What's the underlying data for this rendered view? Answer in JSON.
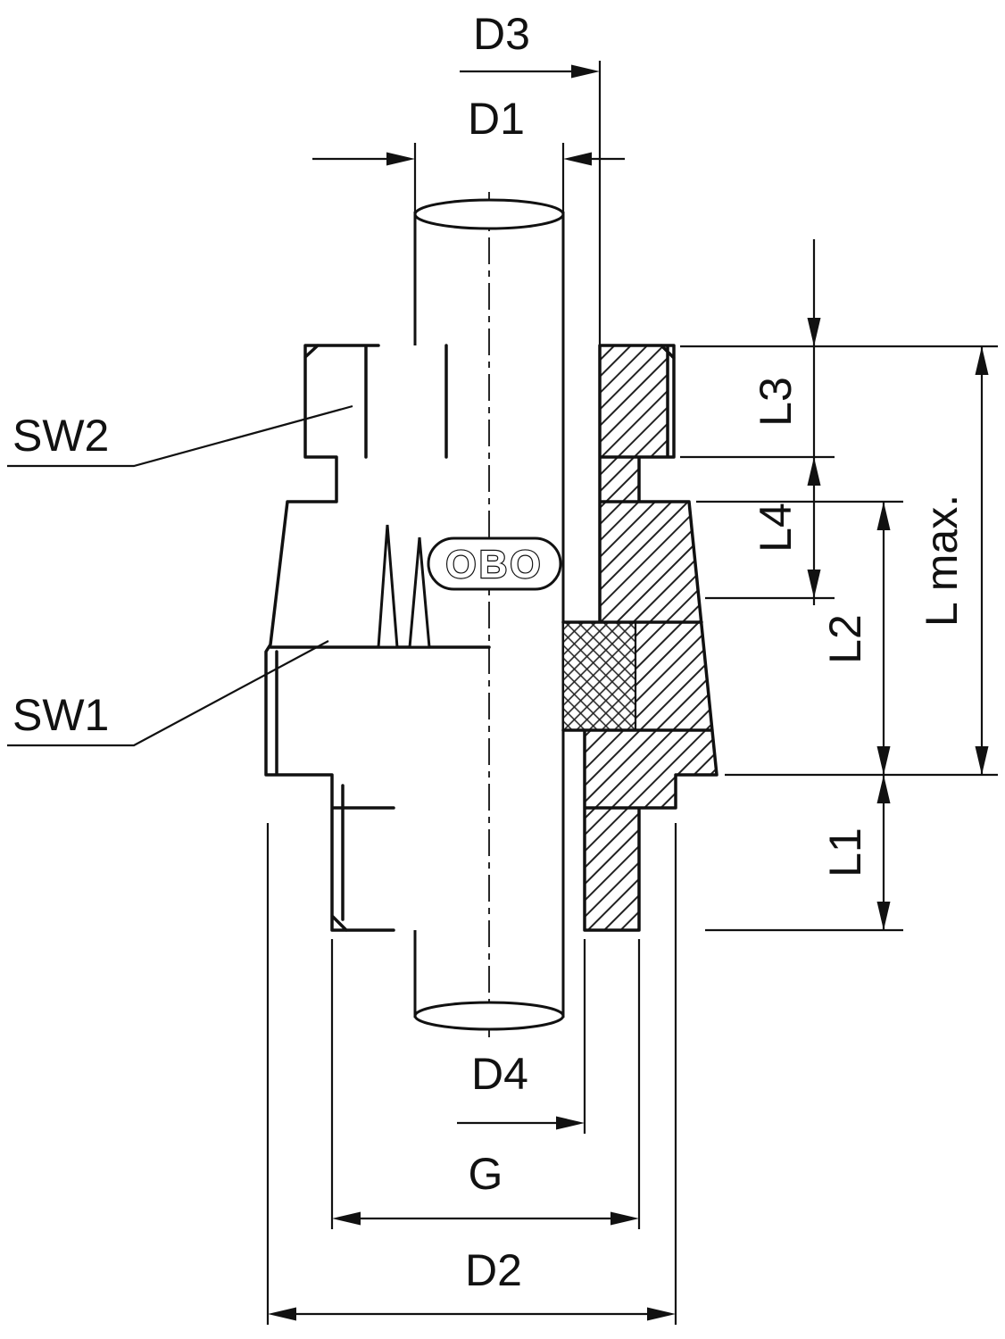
{
  "diagram": {
    "brand": "OBO",
    "labels": {
      "d3": "D3",
      "d1": "D1",
      "sw2": "SW2",
      "sw1": "SW1",
      "l3": "L3",
      "l4": "L4",
      "l2": "L2",
      "l_max": "L max.",
      "l1": "L1",
      "d4": "D4",
      "g": "G",
      "d2": "D2"
    },
    "colors": {
      "line": "#111111",
      "background": "#ffffff"
    }
  }
}
